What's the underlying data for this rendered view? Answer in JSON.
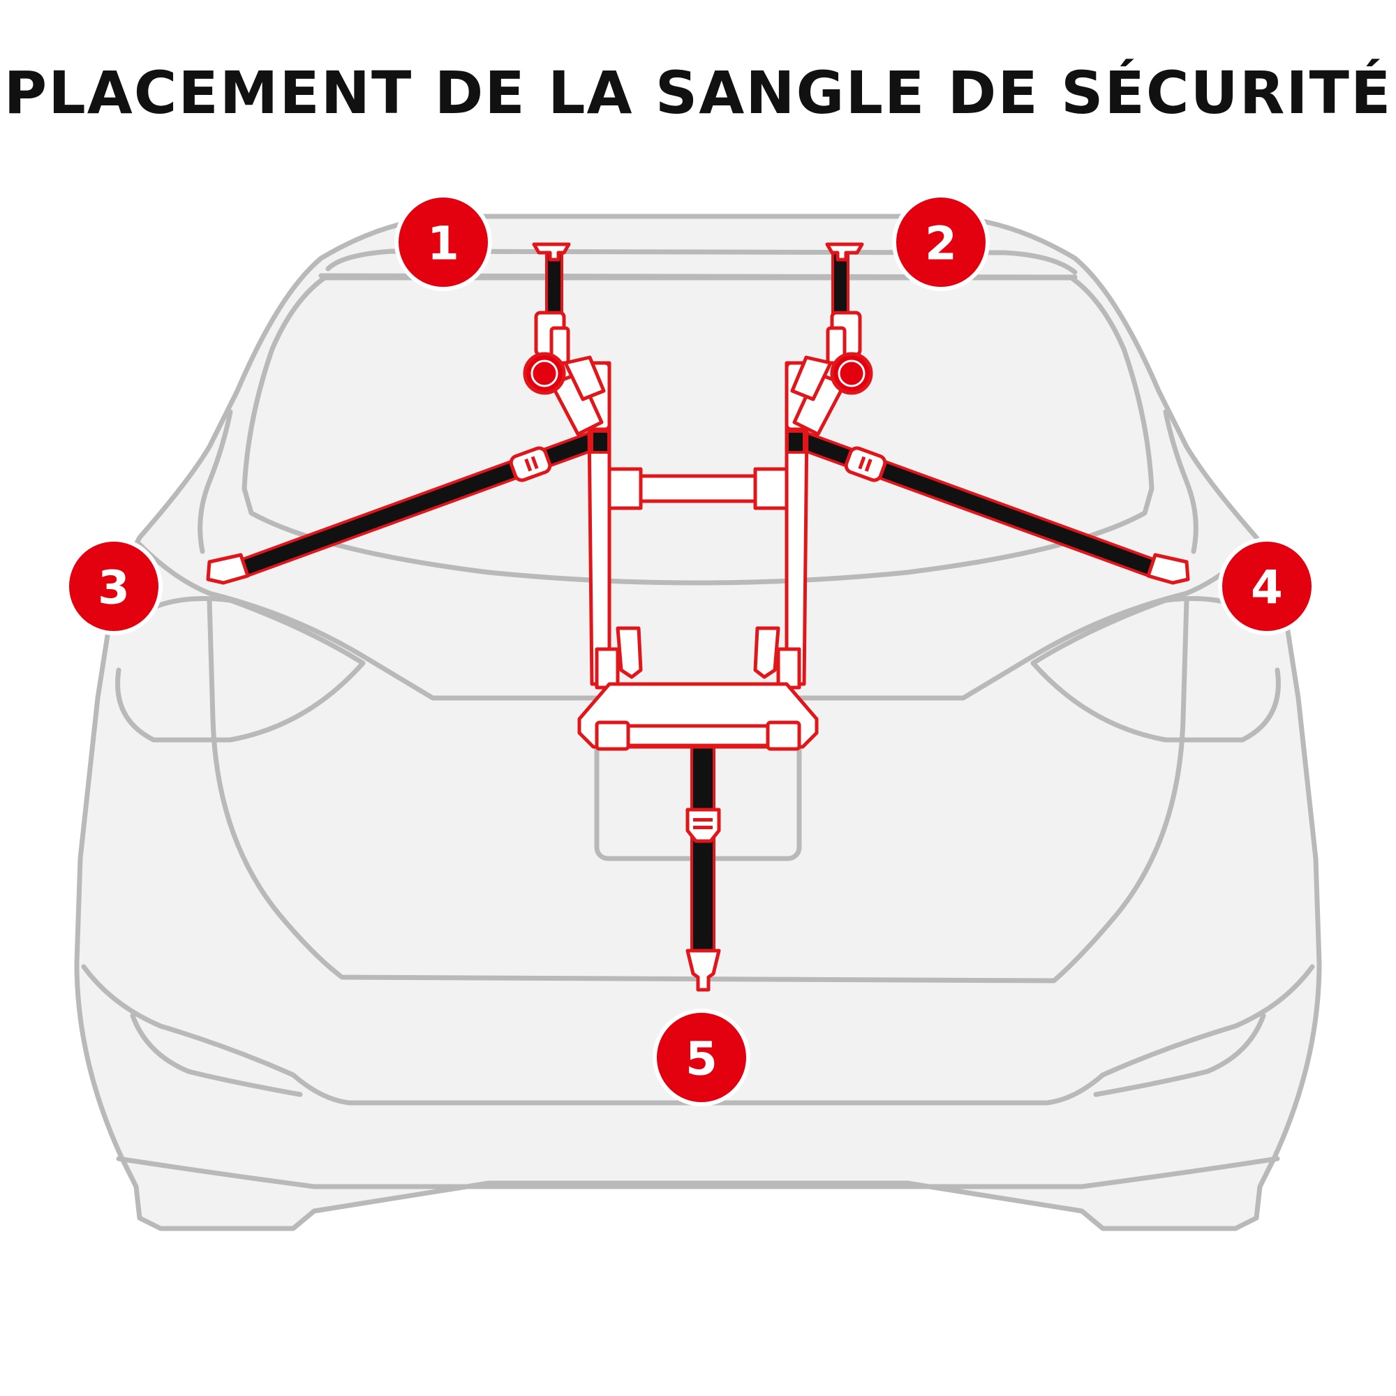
{
  "title": "PLACEMENT DE LA SANGLE DE SÉCURITÉ",
  "colors": {
    "accent_red": "#e3000f",
    "rack_outline": "#e0161b",
    "strap_black": "#111111",
    "car_outline": "#b9b9b9",
    "car_fill": "#f2f2f2"
  },
  "markers": [
    {
      "id": "1",
      "label": "1"
    },
    {
      "id": "2",
      "label": "2"
    },
    {
      "id": "3",
      "label": "3"
    },
    {
      "id": "4",
      "label": "4"
    },
    {
      "id": "5",
      "label": "5"
    }
  ]
}
